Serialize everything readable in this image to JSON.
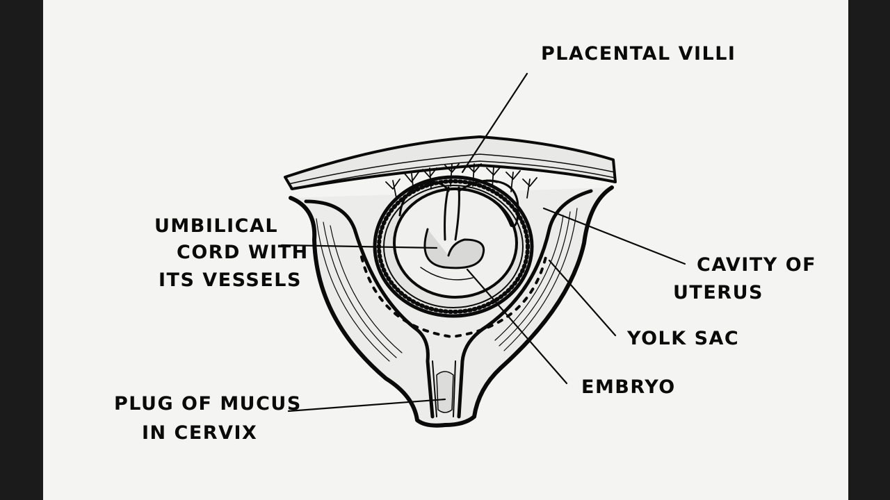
{
  "labels": {
    "placental_villi": "PLACENTAL VILLI",
    "umbilical_1": "UMBILICAL",
    "umbilical_2": "CORD WITH",
    "umbilical_3": "ITS VESSELS",
    "cavity_1": "CAVITY OF",
    "cavity_2": "UTERUS",
    "yolk_sac": "YOLK SAC",
    "embryo": "EMBRYO",
    "plug_1": "PLUG OF MUCUS",
    "plug_2": "IN CERVIX"
  },
  "colors": {
    "paper": "#f4f4f2",
    "ink": "#0a0a0a",
    "background": "#1b1b1b"
  }
}
